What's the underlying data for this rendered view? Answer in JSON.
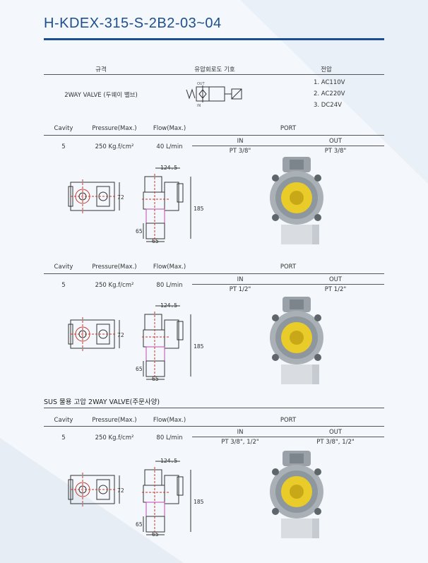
{
  "title": "H-KDEX-315-S-2B2-03~04",
  "spec_table": {
    "headers": [
      "규격",
      "유압회로도 기호",
      "전압"
    ],
    "spec": "2WAY VALVE (두웨이 밸브)",
    "symbol_labels": {
      "out": "OUT",
      "in": "IN"
    },
    "voltages": [
      "1. AC110V",
      "2. AC220V",
      "3. DC24V"
    ]
  },
  "columns": {
    "cavity": "Cavity",
    "pressure": "Pressure(Max.)",
    "flow": "Flow(Max.)",
    "port": "PORT",
    "in": "IN",
    "out": "OUT"
  },
  "models": [
    {
      "cavity": "5",
      "pressure": "250 Kg.f/cm²",
      "flow": "40 L/min",
      "in": "PT 3/8\"",
      "out": "PT 3/8\""
    },
    {
      "cavity": "5",
      "pressure": "250 Kg.f/cm²",
      "flow": "80 L/min",
      "in": "PT 1/2\"",
      "out": "PT 1/2\""
    },
    {
      "cavity": "5",
      "pressure": "250 Kg.f/cm²",
      "flow": "80 L/min",
      "in": "PT 3/8\", 1/2\"",
      "out": "PT 3/8\", 1/2\""
    }
  ],
  "sus_heading": "SUS 물용 고압 2WAY VALVE(주문사양)",
  "dims": {
    "width": "124.5",
    "height": "185",
    "side": "72",
    "base_w": "65",
    "base_h": "65"
  }
}
